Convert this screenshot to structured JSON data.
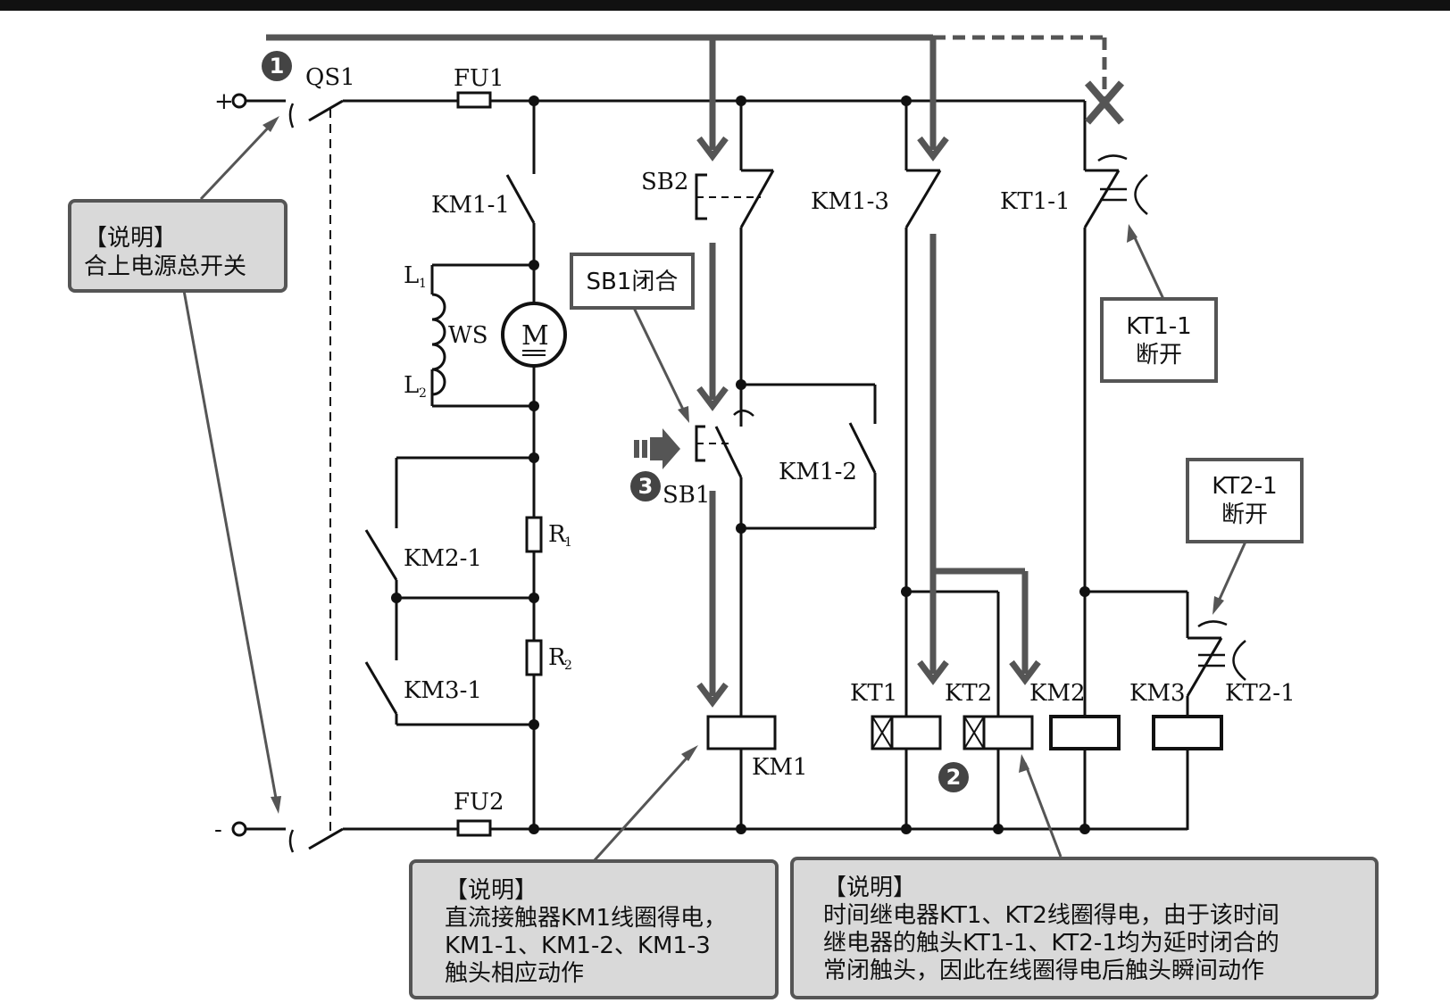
{
  "labels": {
    "qs1": "QS1",
    "fu1": "FU1",
    "fu2": "FU2",
    "plus": "+",
    "minus": "-",
    "km1_1": "KM1-1",
    "km1_2": "KM1-2",
    "km1_3": "KM1-3",
    "km2_1": "KM2-1",
    "km3_1": "KM3-1",
    "kt1_1": "KT1-1",
    "kt2_1": "KT2-1",
    "sb1": "SB1",
    "sb2": "SB2",
    "l1": "L",
    "l1_sub": "1",
    "l2": "L",
    "l2_sub": "2",
    "ws": "WS",
    "motor": "M",
    "r1": "R",
    "r1_sub": "1",
    "r2": "R",
    "r2_sub": "2",
    "coil_km1": "KM1",
    "coil_kt1": "KT1",
    "coil_kt2": "KT2",
    "coil_km2": "KM2",
    "coil_km3": "KM3"
  },
  "badges": {
    "b1": "1",
    "b2": "2",
    "b3": "3"
  },
  "callouts": {
    "sb1_closed": "SB1闭合",
    "kt1_1_open": [
      "KT1-1",
      "断开"
    ],
    "kt2_1_open": [
      "KT2-1",
      "断开"
    ]
  },
  "notes": {
    "main_switch": [
      "【说明】",
      "合上电源总开关"
    ],
    "km1_coil": [
      "【说明】",
      "直流接触器KM1线圈得电，",
      "KM1-1、KM1-2、KM1-3",
      "触头相应动作"
    ],
    "kt_coils": [
      "【说明】",
      "时间继电器KT1、KT2线圈得电，由于该时间",
      "继电器的触头KT1-1、KT2-1均为延时闭合的",
      "常闭触头，因此在线圈得电后触头瞬间动作"
    ]
  }
}
